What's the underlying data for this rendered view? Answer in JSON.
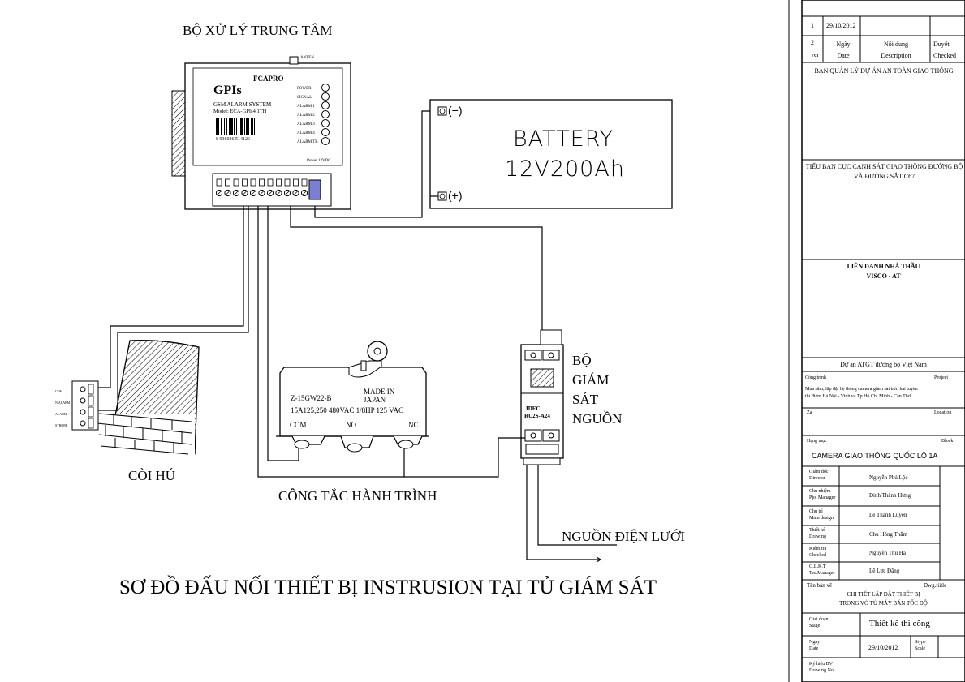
{
  "labels": {
    "processor_title": "BỘ XỬ LÝ TRUNG TÂM",
    "siren": "CÒI HÚ",
    "limit_switch": "CÔNG TẮC HÀNH TRÌNH",
    "power_monitor": [
      "BỘ",
      "GIÁM",
      "SÁT",
      "NGUỒN"
    ],
    "mains_power": "NGUỒN ĐIỆN LƯỚI",
    "main_title": "SƠ ĐỒ ĐẤU NỐI THIẾT BỊ INSTRUSION TẠI TỦ GIÁM SÁT"
  },
  "device": {
    "brand": "FCAPRO",
    "name": "GPIs",
    "system": "GSM ALARM SYSTEM",
    "model": "Model: ECA-GPIs4.1TH",
    "barcode": "8 936036 514126",
    "antenna": "ANTEN",
    "power_label": "Power 12VDC",
    "leds": [
      "POWER",
      "SIGNAL",
      "ALARM 1",
      "ALARM 2",
      "ALARM 3",
      "ALARM 4",
      "ALARM TB"
    ]
  },
  "battery": {
    "line1": "BATTERY",
    "line2": "12V200Ah",
    "neg": "(−)",
    "pos": "(+)"
  },
  "siren_terminals": [
    "COM",
    "N.ALARM",
    "ALARM",
    "STROBE"
  ],
  "switch": {
    "model": "Z-15GW22-B",
    "made": "MADE IN",
    "country": "JAPAN",
    "rating": "15A125,250 480VAC 1/8HP 125 VAC",
    "com": "COM",
    "no": "NO",
    "nc": "NC"
  },
  "relay": {
    "brand": "IDEC",
    "model": "RU2S-A24"
  },
  "title_block": {
    "row1_no": "1",
    "row1_date": "29/10/2012",
    "row2_no": "2",
    "ver": "ver",
    "h_date_vn": "Ngày",
    "h_date_en": "Date",
    "h_content_vn": "Nội dung",
    "h_content_en": "Description",
    "h_checked_vn": "Duyệt",
    "h_checked_en": "Checked",
    "owner": "BAN QUẢN LÝ DỰ ÁN AN TOÀN GIAO THÔNG",
    "sub_owner": "TIỂU BAN CỤC CẢNH SÁT GIAO THÔNG ĐƯỜNG BỘ VÀ ĐƯỜNG SẮT C67",
    "contractor_1": "LIÊN DANH NHÀ THẦU",
    "contractor_2": "VISCO - AT",
    "project": "Dự án ATGT đường bộ Việt Nam",
    "work_vn": "Công trình",
    "work_en": "Project",
    "work_desc_1": "Mua sắm, lắp đặt hệ thống camera giám sát trên hai tuyến",
    "work_desc_2": "thí điểm Hà Nội - Vinh và Tp.Hồ Chí Minh - Cần Thơ",
    "location_vn": "Za",
    "location_en": "Location",
    "block_vn": "Hạng mục",
    "block_en": "Block",
    "block_name": "CAMERA GIAO THÔNG QUỐC LỘ 1A",
    "people": [
      {
        "role_vn": "Giám đốc",
        "role_en": "Director",
        "name": "Nguyễn Phú Lộc"
      },
      {
        "role_vn": "Chủ nhiệm",
        "role_en": "Pjo. Manager",
        "name": "Đinh Thành Hưng"
      },
      {
        "role_vn": "Chủ trì",
        "role_en": "Main design",
        "name": "Lê Thành Luyện"
      },
      {
        "role_vn": "Thiết kế",
        "role_en": "Drawing",
        "name": "Chu Hồng Thắm"
      },
      {
        "role_vn": "Kiểm tra",
        "role_en": "Checked",
        "name": "Nguyễn Thu Hà"
      },
      {
        "role_vn": "Q.L.K.T",
        "role_en": "Tec.Manager",
        "name": "Lê Lực Đặng"
      }
    ],
    "dwg_title_vn": "Tên bản vẽ",
    "dwg_title_en": "Dwg.tiitle",
    "dwg_title_1": "CHI TIẾT LẮP ĐẶT THIẾT BỊ",
    "dwg_title_2": "TRONG VỎ TỦ MÁY BÁN TỐC ĐỘ",
    "stage_vn": "Giai đoạn",
    "stage_en": "Stage",
    "stage_value": "Thiết kế thi công",
    "date_vn": "Ngày",
    "date_en": "Date",
    "date_value": "29/10/2012",
    "scale_vn": "Stype",
    "scale_en": "Scale",
    "drawing_no_vn": "Ký hiệu BV",
    "drawing_no_en": "Drawing No"
  }
}
